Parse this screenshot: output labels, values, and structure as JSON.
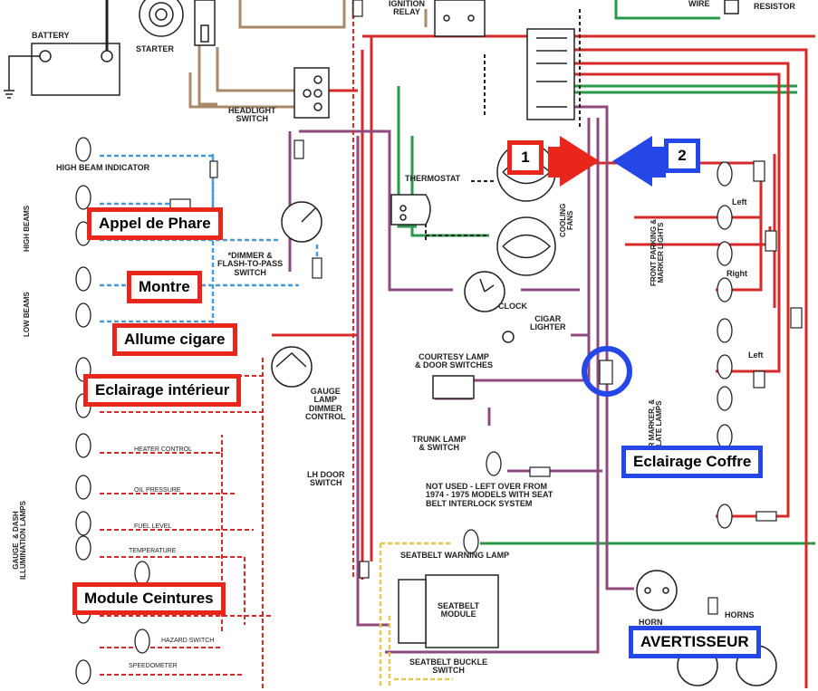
{
  "colors": {
    "red_wire": "#d62a2a",
    "brown_wire": "#a8896a",
    "purple_wire": "#8e4a7e",
    "green_wire": "#2a9a4a",
    "blue_wire": "#4a9ad6",
    "yellow_wire": "#e8c84a",
    "callout_red": "#e8261c",
    "callout_blue": "#2547e8"
  },
  "labels": {
    "battery": "BATTERY",
    "starter": "STARTER",
    "ignition_relay": "IGNITION\nRELAY",
    "wire": "WIRE",
    "resistor": "RESISTOR",
    "headlight_switch": "HEADLIGHT\nSWITCH",
    "high_beam_indicator": "HIGH BEAM INDICATOR",
    "high_beams": "HIGH BEAMS",
    "low_beams": "LOW BEAMS",
    "dimmer": "*DIMMER &\nFLASH-TO-PASS\nSWITCH",
    "thermostat": "THERMOSTAT",
    "cooling_fans": "COOLING\nFANS",
    "clock": "CLOCK",
    "cigar_lighter": "CIGAR\nLIGHTER",
    "courtesy_lamp": "COURTESY LAMP\n& DOOR SWITCHES",
    "gauge_lamp": "GAUGE\nLAMP\nDIMMER\nCONTROL",
    "trunk_lamp": "TRUNK LAMP\n& SWITCH",
    "lh_door_switch": "LH DOOR\nSWITCH",
    "not_used": "NOT USED - LEFT OVER FROM\n1974 - 1975 MODELS WITH SEAT\nBELT INTERLOCK SYSTEM",
    "seatbelt_warning": "SEATBELT WARNING LAMP",
    "seatbelt_module": "SEATBELT\nMODULE",
    "seatbelt_buckle": "SEATBELT BUCKLE\nSWITCH",
    "horn": "HORN",
    "horns": "HORNS",
    "front_parking": "FRONT PARKING &\nMARKER LIGHTS",
    "rear_marker": "AR MARKER, &\nPLATE LAMPS",
    "left1": "Left",
    "right1": "Right",
    "left2": "Left",
    "gauge_dash": "GAUGE  & DASH\nILLUMINATION LAMPS",
    "heater_control": "HEATER CONTROL",
    "oil_pressure": "OIL PRESSURE",
    "fuel_level": "FUEL LEVEL",
    "temperature": "TEMPERATURE",
    "hazard_switch": "HAZARD SWITCH",
    "speedometer": "SPEEDOMETER"
  },
  "callouts": {
    "appel_de_phare": "Appel de Phare",
    "montre": "Montre",
    "allume_cigare": "Allume cigare",
    "eclairage_interieur": "Eclairage intérieur",
    "module_ceintures": "Module Ceintures",
    "eclairage_coffre": "Eclairage Coffre",
    "avertisseur": "AVERTISSEUR",
    "marker_1": "1",
    "marker_2": "2"
  }
}
